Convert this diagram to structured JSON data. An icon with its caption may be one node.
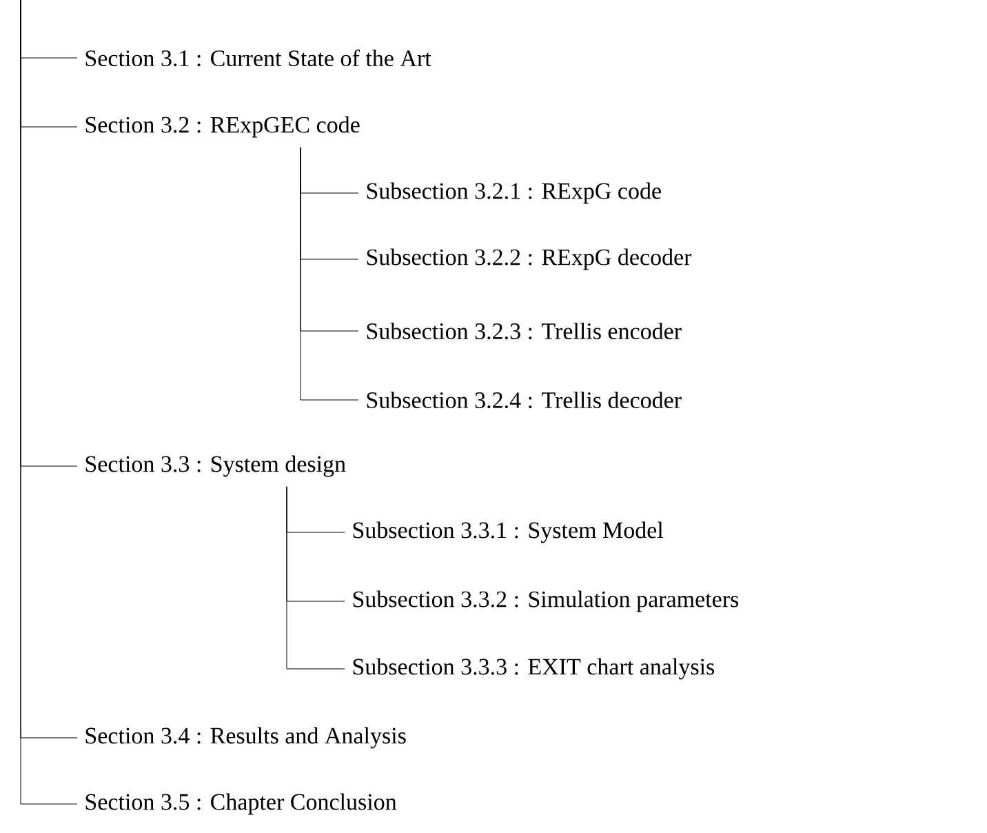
{
  "diagram": {
    "nodes": [
      {
        "text": [
          "Section 3.1 : Current State of the Art"
        ]
      },
      {
        "text": [
          "Section 3.2 : RExpGEC code"
        ]
      },
      {
        "text": [
          "Subsection 3.2.1 : RExpG code"
        ]
      },
      {
        "text": [
          "Subsection 3.2.2 : RExpG decoder"
        ]
      },
      {
        "text": [
          "Subsection 3.2.3 : Trellis encoder"
        ]
      },
      {
        "text": [
          "Subsection 3.2.4 : Trellis decoder"
        ]
      },
      {
        "text": [
          "Section 3.3 : System design"
        ]
      },
      {
        "text": [
          "Subsection 3.3.1 : System Model"
        ]
      },
      {
        "text": [
          "Subsection 3.3.2 : Simulation parameters"
        ]
      },
      {
        "text": [
          "Subsection 3.3.3 : EXIT chart analysis"
        ]
      },
      {
        "text": [
          "Section 3.4 : Results and Analysis"
        ]
      },
      {
        "text": [
          "Section 3.5 : Chapter Conclusion"
        ]
      }
    ],
    "edges": [
      {
        "from": null,
        "to": 0,
        "arrow": "none"
      },
      {
        "from": null,
        "to": 1,
        "arrow": "none"
      },
      {
        "from": 1,
        "to": 2,
        "arrow": "none"
      },
      {
        "from": 1,
        "to": 3,
        "arrow": "none"
      },
      {
        "from": 1,
        "to": 4,
        "arrow": "none"
      },
      {
        "from": 1,
        "to": 5,
        "arrow": "none"
      },
      {
        "from": null,
        "to": 6,
        "arrow": "none"
      },
      {
        "from": 6,
        "to": 7,
        "arrow": "none"
      },
      {
        "from": 6,
        "to": 8,
        "arrow": "none"
      },
      {
        "from": 6,
        "to": 9,
        "arrow": "none"
      },
      {
        "from": null,
        "to": 10,
        "arrow": "none"
      },
      {
        "from": null,
        "to": 11,
        "arrow": "none"
      }
    ]
  }
}
